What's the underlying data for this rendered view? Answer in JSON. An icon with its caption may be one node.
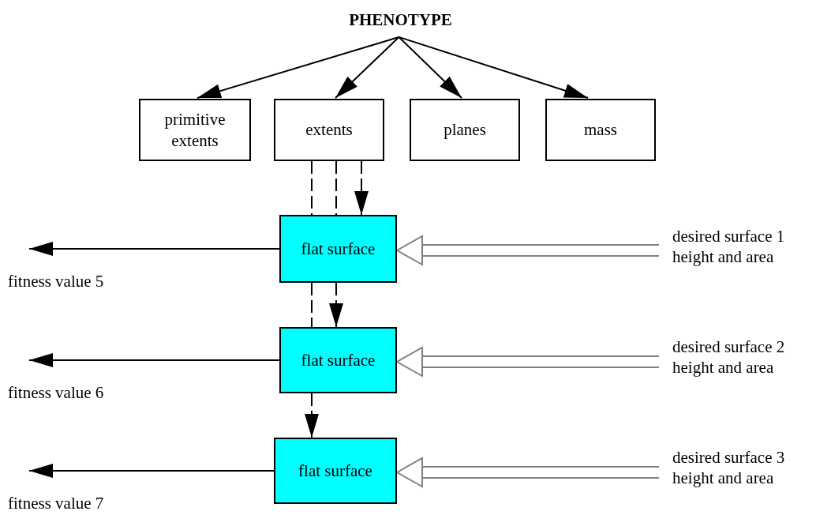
{
  "diagram": {
    "nodes": [
      {
        "text": [
          "PHENOTYPE"
        ]
      },
      {
        "text": [
          "primitive extents"
        ]
      },
      {
        "text": [
          "extents"
        ]
      },
      {
        "text": [
          "planes"
        ]
      },
      {
        "text": [
          "mass"
        ]
      },
      {
        "text": [
          "flat surface"
        ]
      },
      {
        "text": [
          "desired surface 1 height and area"
        ]
      },
      {
        "text": [
          "flat surface"
        ]
      },
      {
        "text": [
          "desired surface 2 height and area"
        ]
      },
      {
        "text": [
          "flat surface"
        ]
      },
      {
        "text": [
          "desired surface 3 height and area"
        ]
      }
    ],
    "edges": [
      {
        "from": 0,
        "to": 1,
        "arrow": "to"
      },
      {
        "from": 0,
        "to": 2,
        "arrow": "to"
      },
      {
        "from": 0,
        "to": 3,
        "arrow": "to"
      },
      {
        "from": 0,
        "to": 4,
        "arrow": "to"
      },
      {
        "from": 2,
        "to": 5,
        "arrow": "to",
        "style": "dashed"
      },
      {
        "from": 2,
        "to": 5,
        "arrow": "none",
        "style": "dashed"
      },
      {
        "from": 2,
        "to": 5,
        "arrow": "none",
        "style": "dashed"
      },
      {
        "from": 5,
        "to": 7,
        "arrow": "to",
        "style": "dashed"
      },
      {
        "from": 5,
        "to": 7,
        "arrow": "none",
        "style": "dashed"
      },
      {
        "from": 7,
        "to": 9,
        "arrow": "to",
        "style": "dashed"
      },
      {
        "from": 5,
        "to": null,
        "arrow": "to"
      },
      {
        "from": 6,
        "to": 5,
        "arrow": "to",
        "color": "#808080"
      },
      {
        "from": 7,
        "to": null,
        "arrow": "to"
      },
      {
        "from": 8,
        "to": 7,
        "arrow": "to",
        "color": "#808080"
      },
      {
        "from": 9,
        "to": null,
        "arrow": "to"
      },
      {
        "from": 10,
        "to": 9,
        "arrow": "to",
        "color": "#808080"
      }
    ],
    "labels": [
      "fitness value 5",
      "fitness value 6",
      "fitness value 7"
    ]
  }
}
